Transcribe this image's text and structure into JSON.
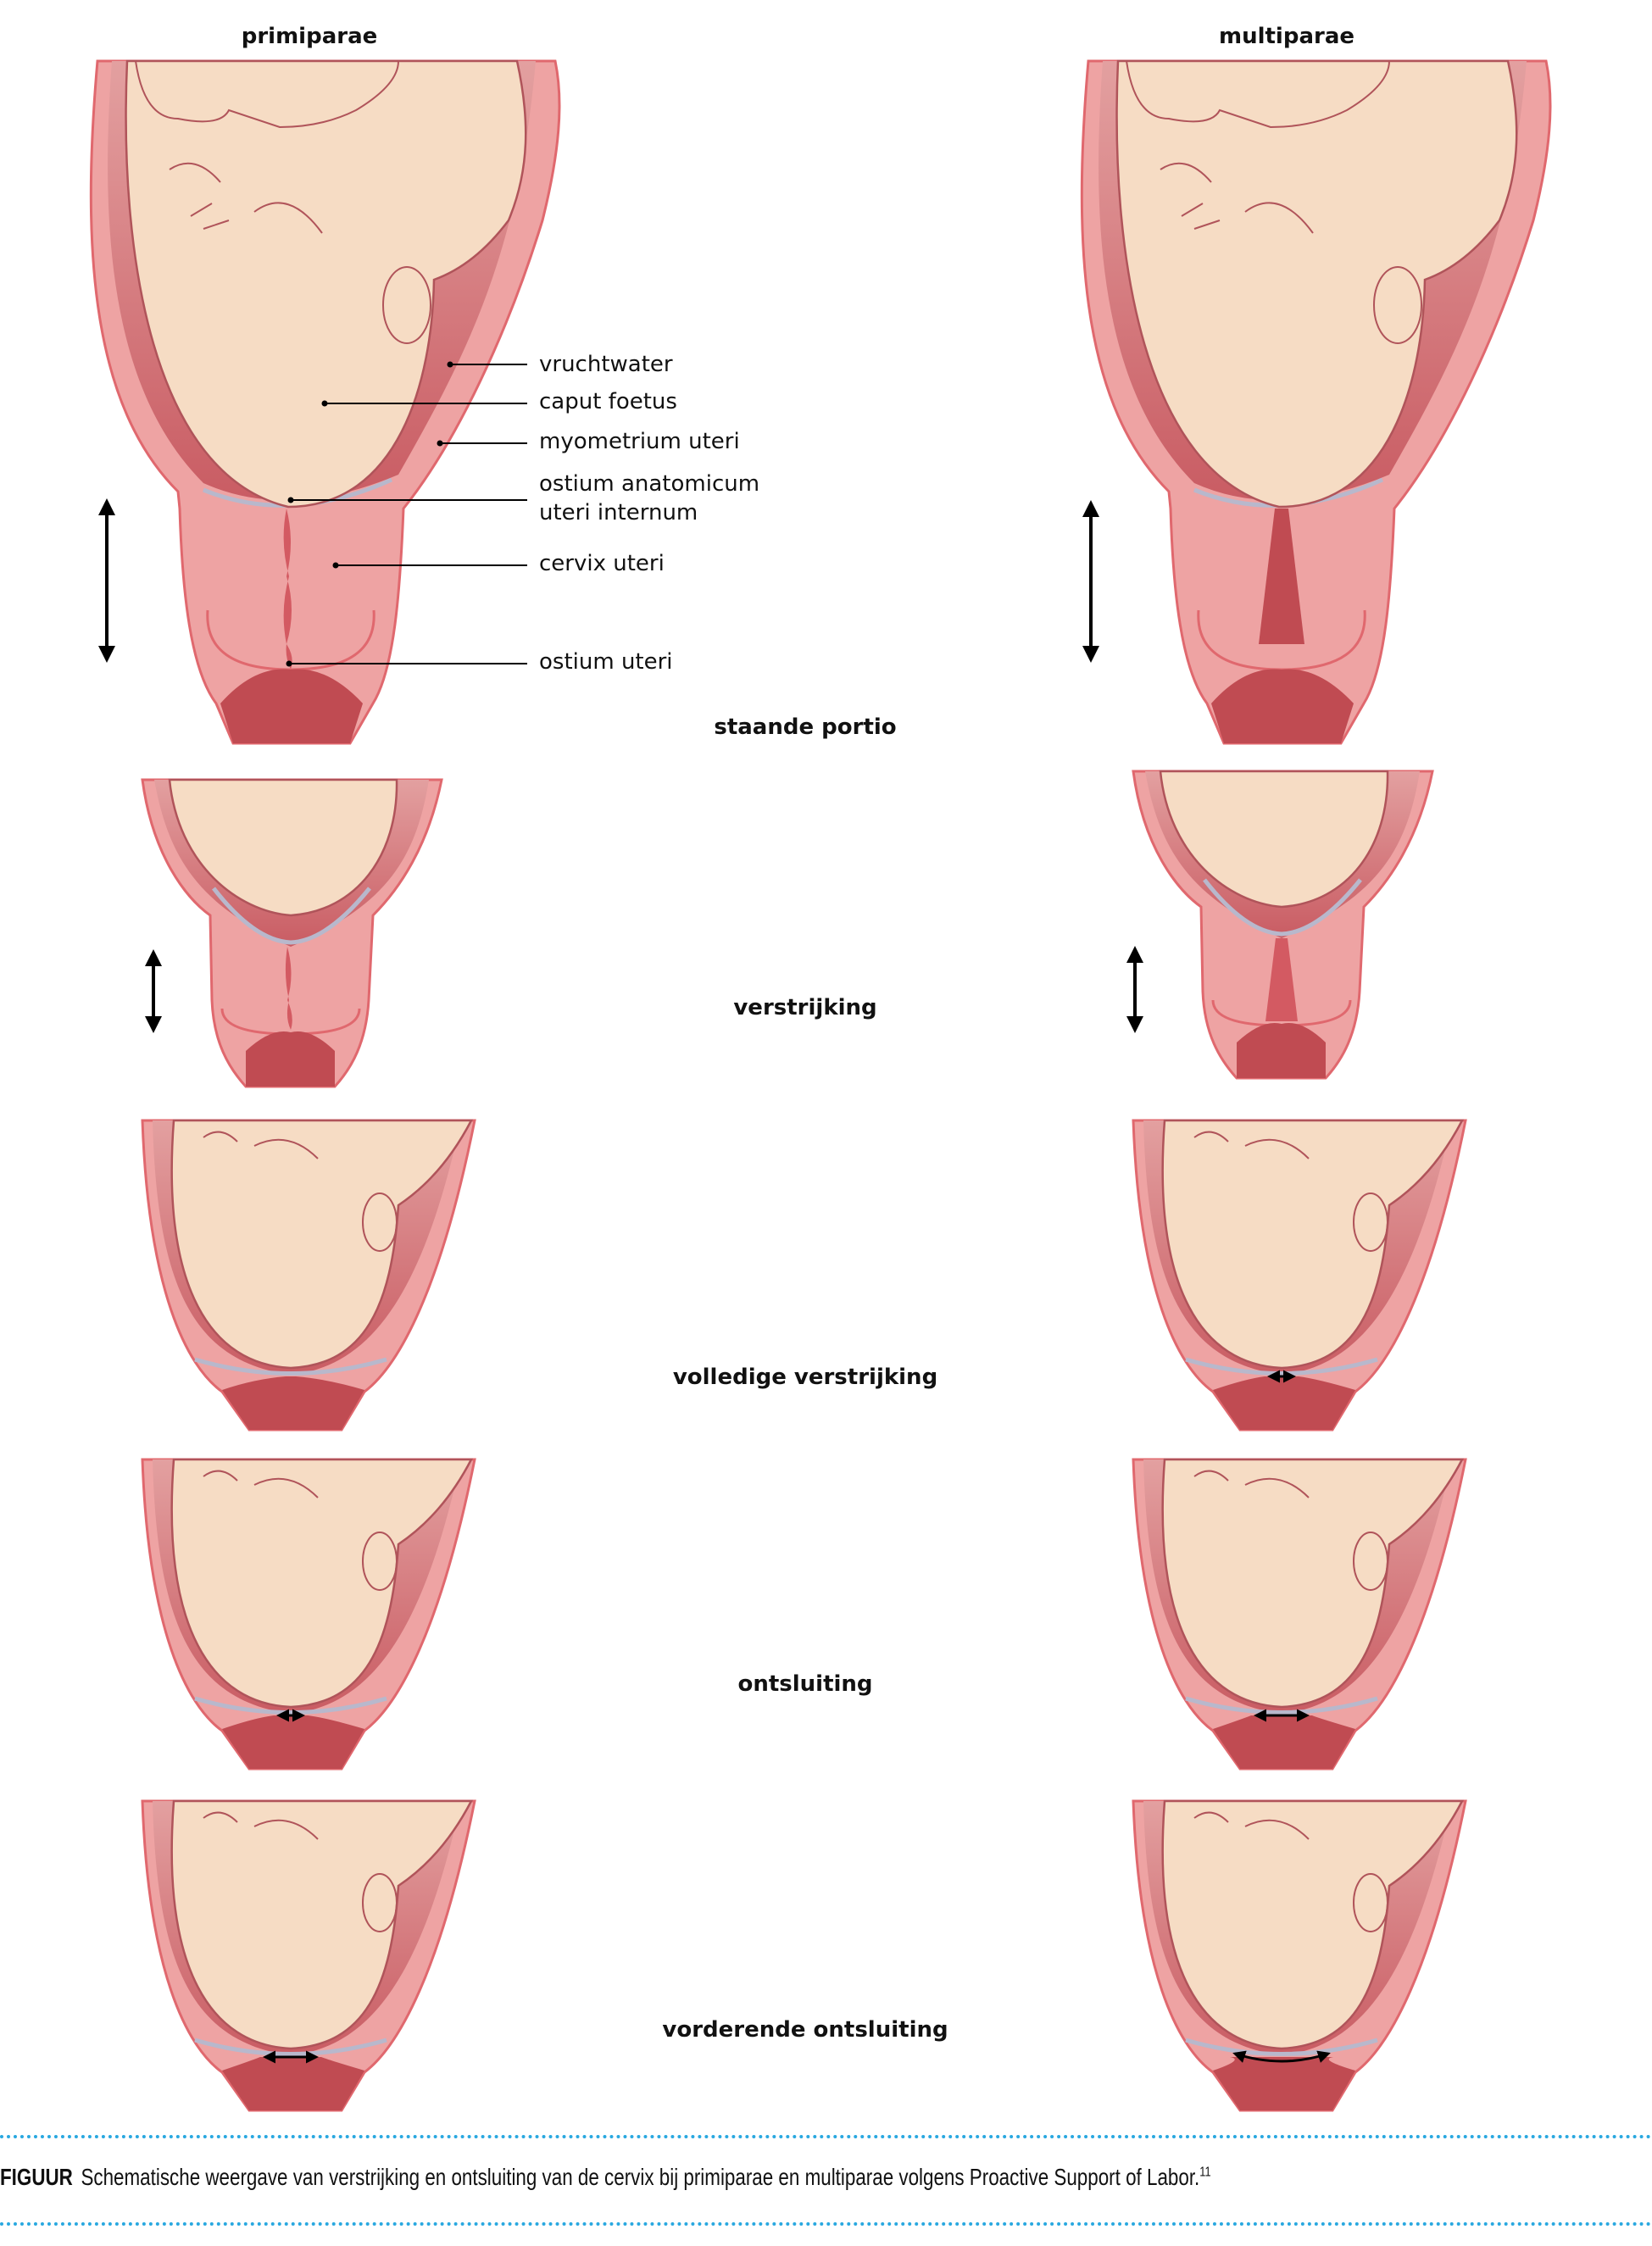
{
  "columns": {
    "left": "primiparae",
    "right": "multiparae"
  },
  "anatomy_labels": {
    "vruchtwater": "vruchtwater",
    "caput": "caput foetus",
    "myometrium": "myometrium uteri",
    "ostium_anat_1": "ostium anatomicum",
    "ostium_anat_2": "uteri internum",
    "cervix": "cervix uteri",
    "ostium_uteri": "ostium uteri"
  },
  "stages": [
    "staande portio",
    "verstrijking",
    "volledige verstrijking",
    "ontsluiting",
    "vorderende ontsluiting"
  ],
  "caption": {
    "label": "FIGUUR",
    "text": "Schematische weergave van verstrijking en ontsluiting van de cervix bij primiparae en multiparae volgens Proactive Support of Labor.",
    "ref": "11"
  },
  "colors": {
    "myometrium": "#eea3a3",
    "outline": "#e0686e",
    "amnion_top": "#e3a0a0",
    "amnion_bottom": "#c95c63",
    "head": "#f6dcc4",
    "head_line": "#b0545a",
    "canal": "#c04b52",
    "membrane": "#b8b8cc",
    "divider": "#29a8e0"
  }
}
